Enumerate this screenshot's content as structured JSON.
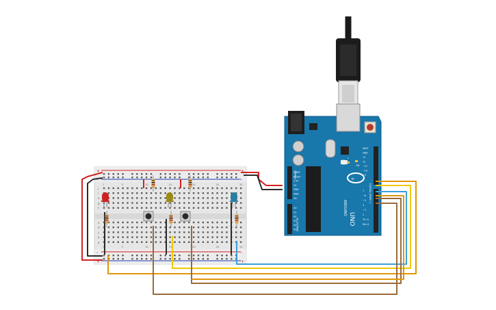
{
  "arduino": {
    "logo": "ARDUINO",
    "model": "UNO",
    "power_header": "POWER",
    "analog_header": "ANALOG IN",
    "digital_header": "DIGITAL (PWM~)",
    "tx": "TX",
    "rx": "RX",
    "on": "ON",
    "l": "L",
    "power_pins": [
      "IOREF",
      "RESET",
      "3.3V",
      "5V",
      "GND",
      "GND",
      "Vin"
    ],
    "analog_pins": [
      "A0",
      "A1",
      "A2",
      "A3",
      "A4",
      "A5"
    ],
    "digital_pins": [
      "AREF",
      "GND",
      "13",
      "12",
      "~11",
      "~10",
      "~9",
      "8",
      "7",
      "~6",
      "~5",
      "4",
      "~3",
      "2",
      "TX→1",
      "RX←0"
    ]
  },
  "breadboard": {
    "rail_plus": "+",
    "rail_minus": "-",
    "column_numbers": [
      "1",
      "5",
      "10",
      "15",
      "20",
      "25",
      "30"
    ],
    "row_letters_top": [
      "j",
      "i",
      "h",
      "g",
      "f"
    ],
    "row_letters_bottom": [
      "e",
      "d",
      "c",
      "b",
      "a"
    ]
  },
  "components": {
    "leds": [
      {
        "name": "red-led",
        "color": "#cc2222"
      },
      {
        "name": "yellow-led",
        "color": "#9a8a14"
      },
      {
        "name": "blue-led",
        "color": "#2a7ea0"
      }
    ],
    "wire_colors": {
      "red": "#d42020",
      "black": "#2a2a2a",
      "orange": "#e0960a",
      "yellow": "#f0c800",
      "blue": "#3aa0d8",
      "brown": "#9a6a3a"
    }
  }
}
